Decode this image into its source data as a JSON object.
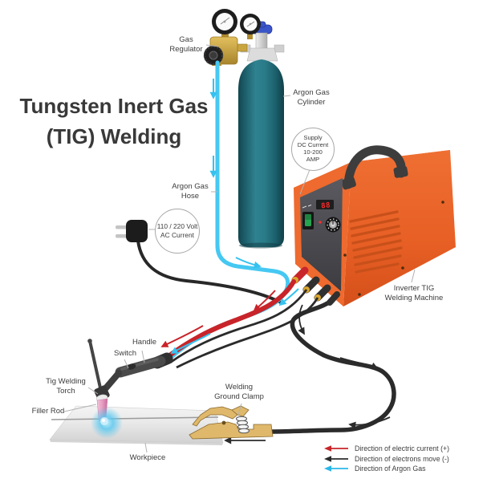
{
  "title": {
    "text": "Tungsten Inert Gas\n(TIG) Welding"
  },
  "labels": {
    "gas_regulator": "Gas\nRegulator",
    "argon_gas_cylinder": "Argon Gas\nCylinder",
    "supply_dc_current": "Supply\nDC Current\n10-200\nAMP",
    "argon_gas_hose": "Argon Gas\nHose",
    "ac_current": "110 / 220 Volt\nAC Current",
    "inverter_tig": "Inverter TIG\nWelding Machine",
    "handle": "Handle",
    "switch": "Switch",
    "tig_welding_torch": "Tig Welding\nTorch",
    "filler_rod": "Filler Rod",
    "welding_ground_clamp": "Welding\nGround Clamp",
    "workpiece": "Workpiece"
  },
  "machine": {
    "display": "88"
  },
  "legend": {
    "items": [
      {
        "label": "Direction of electric current (+)",
        "color": "#c8242a"
      },
      {
        "label": "Direction of electrons move (-)",
        "color": "#2b2b2b"
      },
      {
        "label": "Direction of Argon Gas",
        "color": "#29b7ea"
      }
    ]
  },
  "colors": {
    "machine_orange": "#ee6a2e",
    "machine_top_orange": "#f67f45",
    "cylinder_teal": "#246d7a",
    "hose_blue": "#45c8f2",
    "cable_red": "#c8242a",
    "cable_black": "#2b2b2b",
    "clamp_gold": "#dfb86b",
    "torch_gray": "#4a4a4a",
    "label_text": "#3d3d3d"
  }
}
